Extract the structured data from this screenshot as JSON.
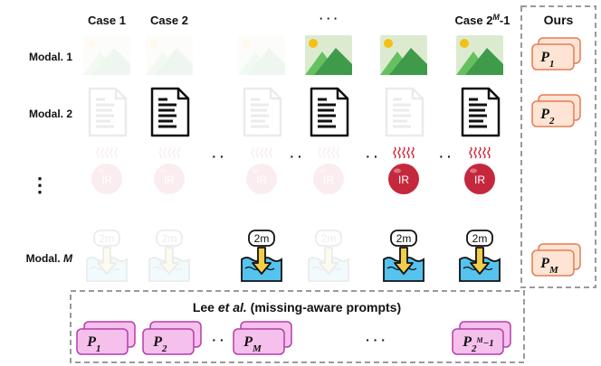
{
  "columns": [
    {
      "header": "Case 1",
      "present": [
        false,
        false,
        false,
        false
      ]
    },
    {
      "header": "Case 2",
      "present": [
        false,
        true,
        false,
        false
      ]
    },
    {
      "header": "",
      "present": [
        false,
        false,
        false,
        true
      ]
    },
    {
      "header": "",
      "present": [
        true,
        true,
        false,
        false
      ]
    },
    {
      "header": "",
      "present": [
        true,
        false,
        true,
        true
      ]
    },
    {
      "header": "Case 2",
      "header_sup": "M",
      "header_suffix": "-1",
      "present": [
        true,
        true,
        true,
        true
      ]
    }
  ],
  "header_ellipsis": "· · ·",
  "header_last_prefix": "Case 2",
  "header_last_sup": "M",
  "header_last_suffix": "-1",
  "rows": {
    "modal1": "Modal. 1",
    "modal2": "Modal. 2",
    "modalM_prefix": "Modal. ",
    "modalM_var": "M"
  },
  "row_ellipsis": "⋮",
  "gap_dots": "· ·",
  "ir_label": "IR",
  "twom_label": "2m",
  "ours": {
    "title": "Ours",
    "prompts": [
      {
        "base": "P",
        "sub": "1"
      },
      {
        "base": "P",
        "sub": "2"
      },
      {
        "base": "P",
        "sub": "M"
      }
    ]
  },
  "lee": {
    "title_prefix": "Lee ",
    "title_etal": "et al.",
    "title_suffix": " (missing-aware prompts)",
    "prompts": [
      {
        "base": "P",
        "sub": "1"
      },
      {
        "base": "P",
        "sub": "2"
      },
      {
        "base": "P",
        "sub": "M"
      },
      {
        "base": "P",
        "sub": "2",
        "sub_sup": "M",
        "sub_suffix": "−1"
      }
    ],
    "dots_small": "· ·",
    "dots_large": "· · ·"
  },
  "colors": {
    "image_bg": "#dcebd0",
    "mountain_dark": "#3f9b49",
    "mountain_light": "#66c060",
    "sun": "#f5c010",
    "ir_red": "#c5283d",
    "heat_red": "#d2243a",
    "water": "#55c3ee",
    "arrow": "#f2cc4a",
    "ours_prompt_fill": "#fde4d4",
    "ours_prompt_stroke": "#e87b52",
    "lee_prompt_fill": "#f5c0ec",
    "lee_prompt_stroke": "#b33eaa",
    "dashed_border": "#9a9a9a"
  }
}
